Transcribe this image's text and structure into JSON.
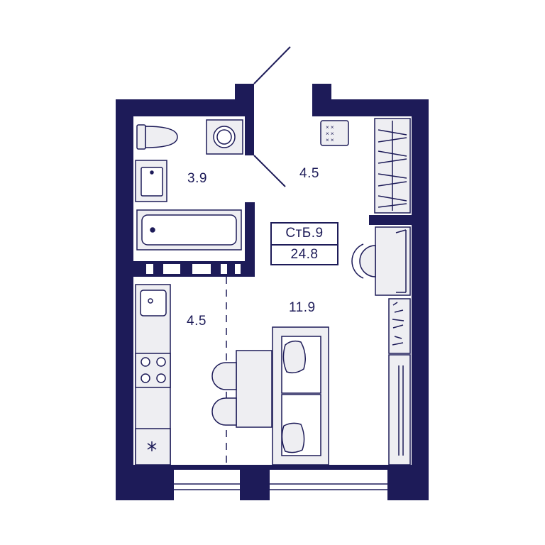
{
  "colors": {
    "wall": "#1d1b58",
    "line": "#1d1b58",
    "fixture_fill": "#eeeef2",
    "floor": "#ffffff"
  },
  "apartment": {
    "code": "СтБ.9",
    "total_area": "24.8"
  },
  "rooms": {
    "bathroom_area": "3.9",
    "hall_area": "4.5",
    "kitchen_area": "4.5",
    "living_area": "11.9"
  },
  "icons": [
    "toilet-icon",
    "washing-machine-icon",
    "sink-icon",
    "bathtub-icon",
    "door-swing-icon",
    "socket-icon",
    "wardrobe-icon",
    "desk-icon",
    "chair-icon",
    "bookshelf-icon",
    "tv-stand-icon",
    "sofa-icon",
    "pillow-icon",
    "dining-table-icon",
    "kitchen-sink-icon",
    "stove-icon",
    "fridge-icon",
    "window-icon"
  ]
}
